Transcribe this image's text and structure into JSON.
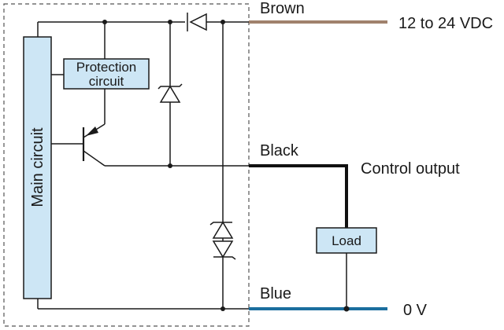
{
  "labels": {
    "brown_wire": "Brown",
    "supply_voltage": "12 to 24 VDC",
    "black_wire": "Black",
    "control_output": "Control output",
    "blue_wire": "Blue",
    "zero_volt": "0 V",
    "main_circuit": "Main circuit",
    "protection_line1": "Protection",
    "protection_line2": "circuit",
    "load": "Load"
  },
  "colors": {
    "brown_wire": "#a0826d",
    "black_wire": "#111111",
    "blue_wire": "#1b6e9e",
    "box_fill": "#cde6f5",
    "line": "#1a1a1a"
  }
}
